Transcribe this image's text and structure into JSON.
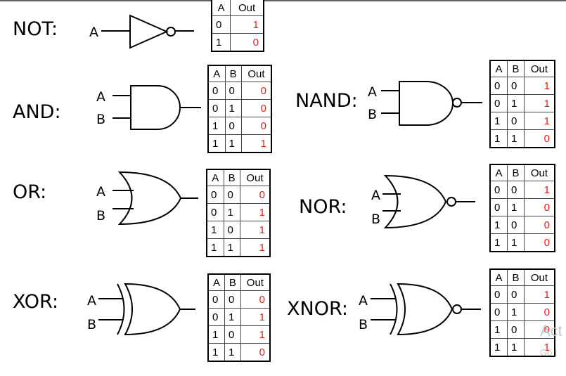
{
  "labels": {
    "not": "NOT:",
    "and": "AND:",
    "nand": "NAND:",
    "or": "OR:",
    "nor": "NOR:",
    "xor": "XOR:",
    "xnor": "XNOR:"
  },
  "inputs": {
    "a": "A",
    "b": "B"
  },
  "tables": {
    "not": {
      "headers": [
        "A",
        "Out"
      ],
      "rows": [
        [
          "0",
          "1"
        ],
        [
          "1",
          "0"
        ]
      ]
    },
    "and": {
      "headers": [
        "A",
        "B",
        "Out"
      ],
      "rows": [
        [
          "0",
          "0",
          "0"
        ],
        [
          "0",
          "1",
          "0"
        ],
        [
          "1",
          "0",
          "0"
        ],
        [
          "1",
          "1",
          "1"
        ]
      ]
    },
    "nand": {
      "headers": [
        "A",
        "B",
        "Out"
      ],
      "rows": [
        [
          "0",
          "0",
          "1"
        ],
        [
          "0",
          "1",
          "1"
        ],
        [
          "1",
          "0",
          "1"
        ],
        [
          "1",
          "1",
          "0"
        ]
      ]
    },
    "or": {
      "headers": [
        "A",
        "B",
        "Out"
      ],
      "rows": [
        [
          "0",
          "0",
          "0"
        ],
        [
          "0",
          "1",
          "1"
        ],
        [
          "1",
          "0",
          "1"
        ],
        [
          "1",
          "1",
          "1"
        ]
      ]
    },
    "nor": {
      "headers": [
        "A",
        "B",
        "Out"
      ],
      "rows": [
        [
          "0",
          "0",
          "1"
        ],
        [
          "0",
          "1",
          "0"
        ],
        [
          "1",
          "0",
          "0"
        ],
        [
          "1",
          "1",
          "0"
        ]
      ]
    },
    "xor": {
      "headers": [
        "A",
        "B",
        "Out"
      ],
      "rows": [
        [
          "0",
          "0",
          "0"
        ],
        [
          "0",
          "1",
          "1"
        ],
        [
          "1",
          "0",
          "1"
        ],
        [
          "1",
          "1",
          "0"
        ]
      ]
    },
    "xnor": {
      "headers": [
        "A",
        "B",
        "Out"
      ],
      "rows": [
        [
          "0",
          "0",
          "1"
        ],
        [
          "0",
          "1",
          "0"
        ],
        [
          "1",
          "0",
          "0"
        ],
        [
          "1",
          "1",
          "1"
        ]
      ]
    }
  },
  "watermark": {
    "line1": "Act",
    "line2": "Go t"
  },
  "colors": {
    "output_value": "#e0201c",
    "line": "#000000"
  }
}
